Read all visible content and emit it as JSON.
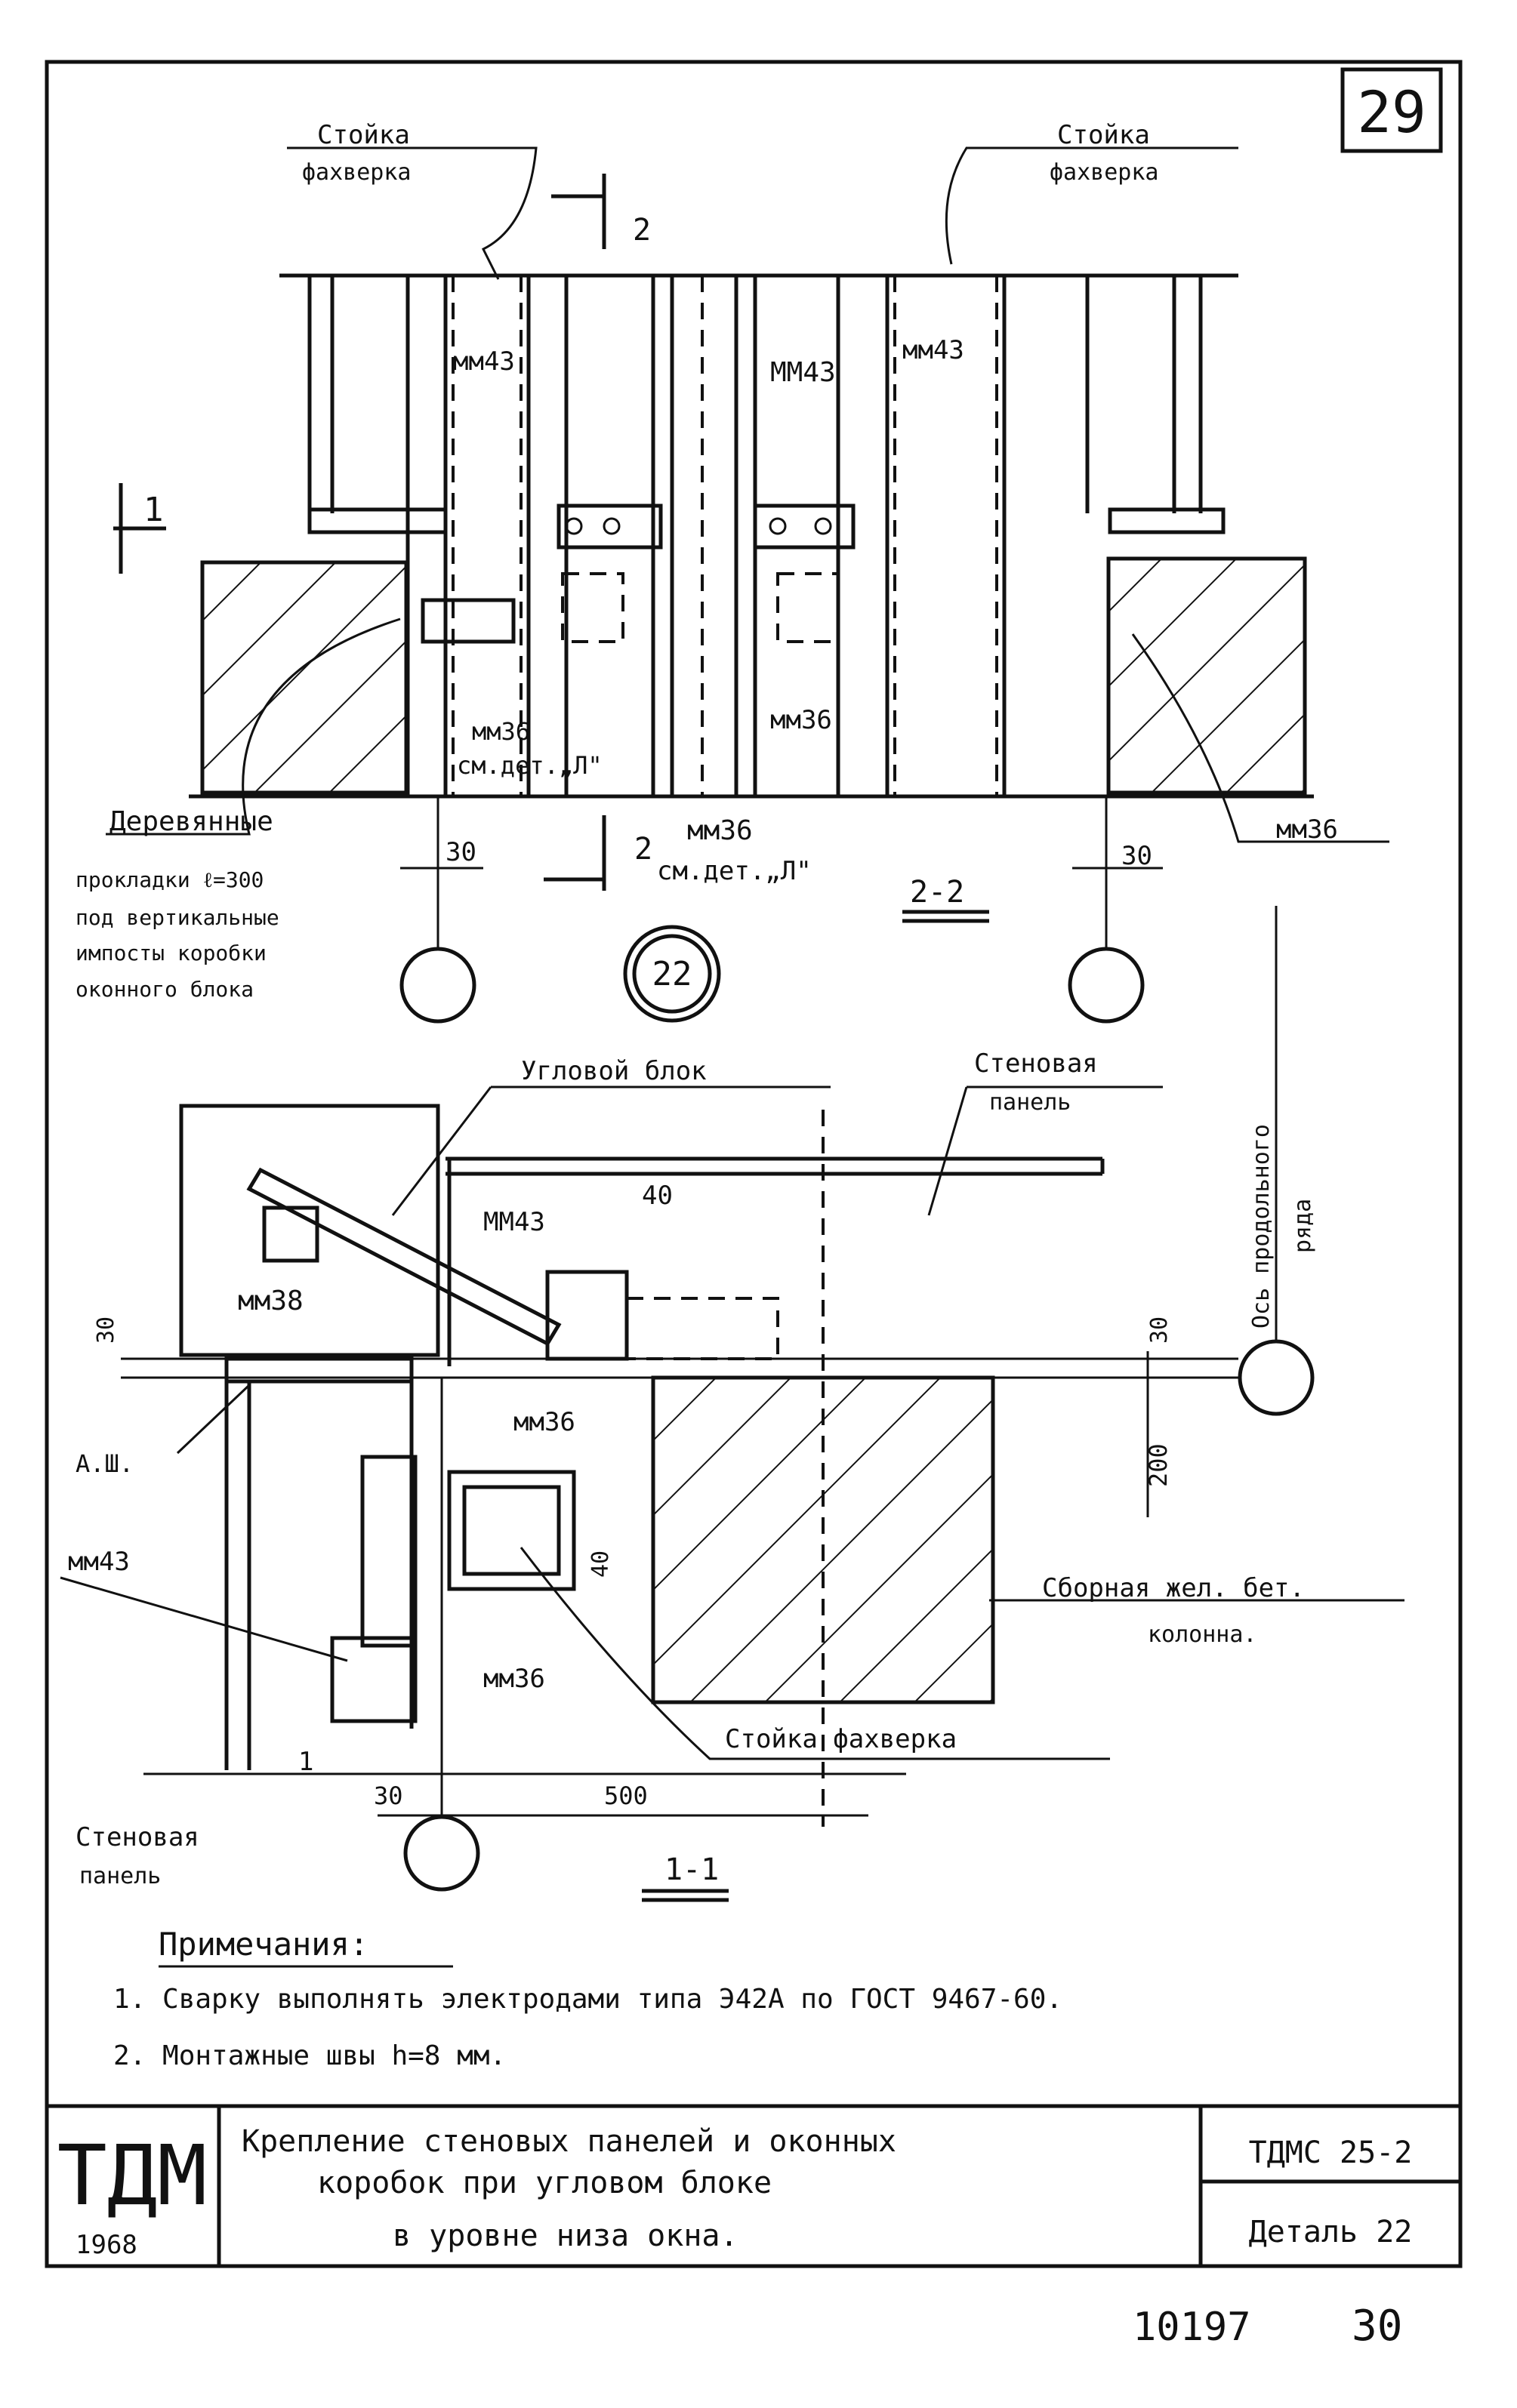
{
  "sheet": {
    "page_number": "29"
  },
  "section_2_2": {
    "label": "2-2",
    "left_callout_top": "Стойка",
    "left_callout_bottom": "фахверка",
    "right_callout_top": "Стойка",
    "right_callout_bottom": "фахверка",
    "cut_mark": "2",
    "cut_mark_side": "1",
    "mm43_left": "мм43",
    "mm43_center": "ММ43",
    "mm43_right": "мм43",
    "mm36_left_line1": "мм36",
    "mm36_left_line2": "см.дет.„Л\"",
    "mm36_center_line1": "мм36",
    "mm36_center_line2": "см.дет.„Л\"",
    "mm36_mid": "мм36",
    "mm36_right": "мм36",
    "dim_left": "30",
    "dim_right": "30",
    "wood_pads_title": "Деревянные",
    "wood_pads_lines": [
      "прокладки ℓ=300",
      "под вертикальные",
      "импосты коробки",
      "оконного блока"
    ]
  },
  "detail_marker": {
    "number": "22"
  },
  "section_1_1": {
    "label": "1-1",
    "corner_block": "Угловой блок",
    "wall_panel_top_1": "Стеновая",
    "wall_panel_top_2": "панель",
    "axis_1": "Ось продольного",
    "axis_2": "ряда",
    "mm43_top": "ММ43",
    "dim_40_top": "40",
    "mm38": "мм38",
    "dim_30_left": "30",
    "dim_30_right": "30",
    "ash": "А.Ш.",
    "mm36_a": "мм36",
    "dim_200": "200",
    "dim_40_mid": "40",
    "mm43_left": "мм43",
    "column_1": "Сборная жел. бет.",
    "column_2": "колонна.",
    "mm36_b": "мм36",
    "stoika": "Стойка   фахверка",
    "dim_30_bottom": "30",
    "dim_500": "500",
    "wall_panel_bottom_1": "Стеновая",
    "wall_panel_bottom_2": "панель",
    "cut_mark": "1"
  },
  "notes": {
    "heading": "Примечания:",
    "items": [
      "1.  Сварку выполнять электродами типа Э42А по ГОСТ 9467-60.",
      "2.  Монтажные швы h=8 мм."
    ]
  },
  "title_block": {
    "logo": "ТДМ",
    "year": "1968",
    "title_line1": "Крепление стеновых панелей и оконных",
    "title_line2": "коробок при угловом блоке",
    "title_line3": "в уровне низа окна.",
    "code": "ТДМС 25-2",
    "detail": "Деталь 22"
  },
  "footer": {
    "archive_no": "10197",
    "sheet_no": "30"
  }
}
